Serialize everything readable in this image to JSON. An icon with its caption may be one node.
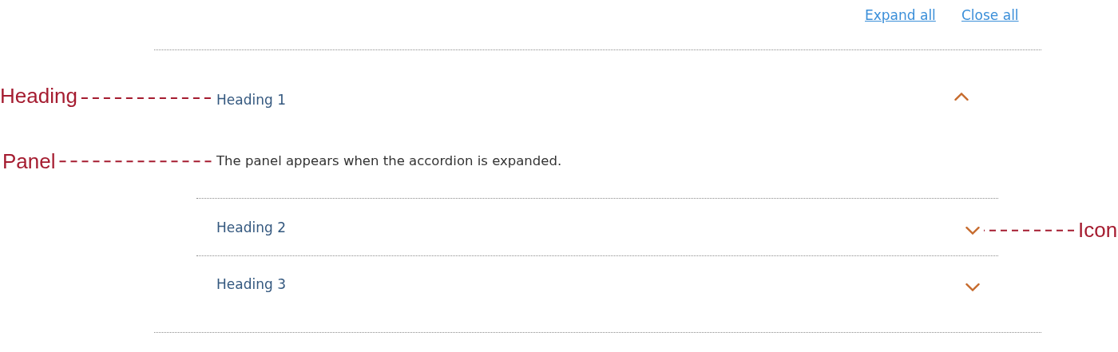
{
  "diagram": {
    "nodes": [
      {
        "text": [
          "Heading"
        ]
      },
      {
        "text": [
          "Heading 1"
        ]
      },
      {
        "text": [
          "Panel"
        ]
      },
      {
        "text": [
          "The panel appears when the accordion is expanded."
        ]
      },
      {
        "text": [],
        "shape": "picture"
      },
      {
        "text": [
          "Icon"
        ]
      }
    ],
    "edges": [
      {
        "from": 0,
        "to": 1,
        "arrow": "none",
        "style": "dashed"
      },
      {
        "from": 2,
        "to": 3,
        "arrow": "none",
        "style": "dashed"
      },
      {
        "from": 5,
        "to": 4,
        "arrow": "none",
        "style": "dashed"
      }
    ],
    "labels": [
      "Expand all",
      "Close all",
      "Heading 2",
      "Heading 3"
    ]
  }
}
